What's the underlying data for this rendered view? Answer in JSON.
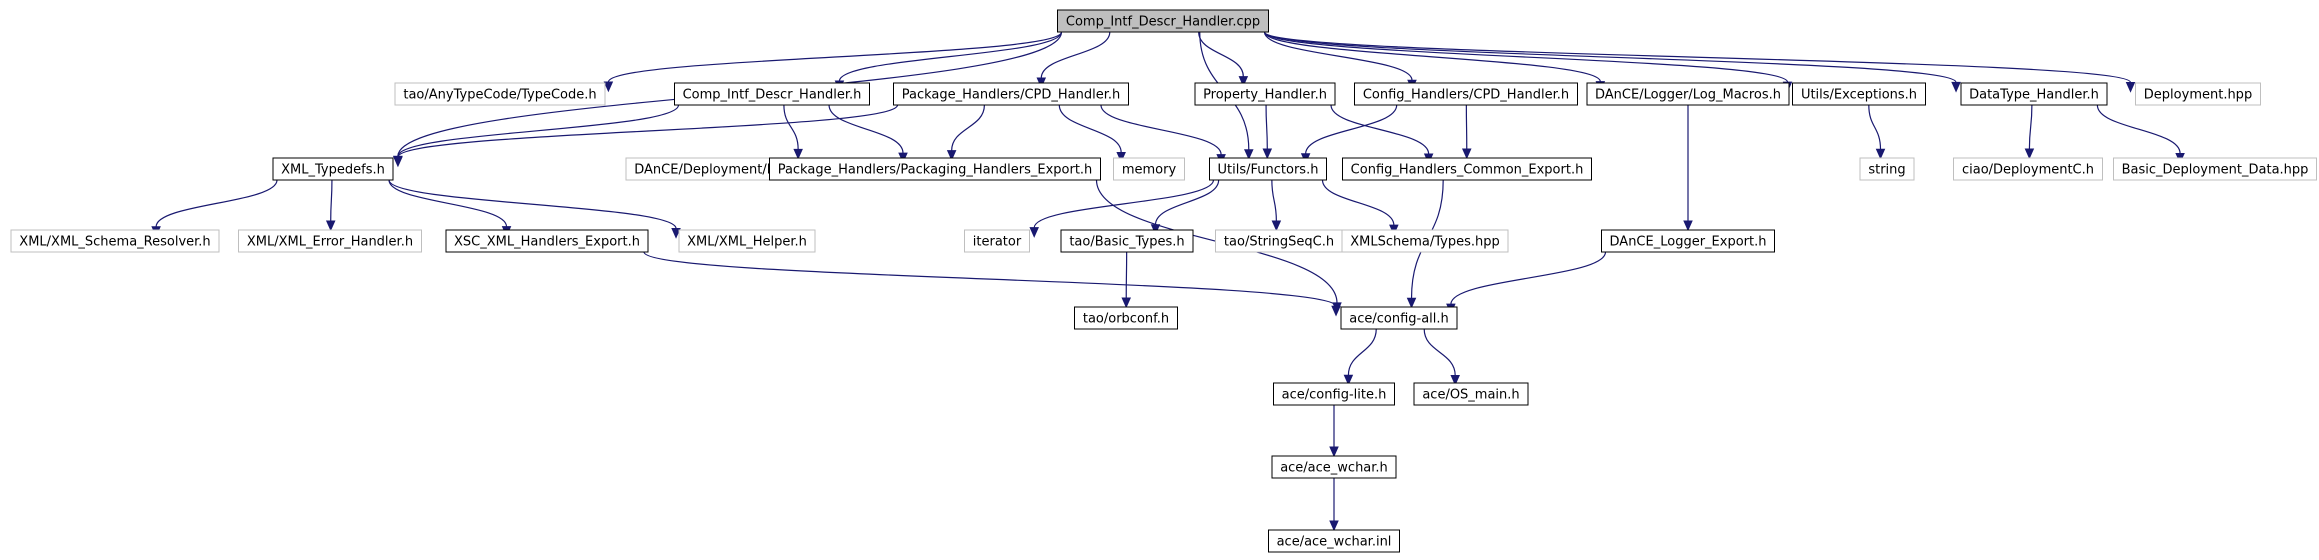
{
  "diagram": {
    "nodes": [
      {
        "id": "root",
        "label": "Comp_Intf_Descr_Handler.cpp",
        "kind": "root"
      },
      {
        "id": "typecode",
        "label": "tao/AnyTypeCode/TypeCode.h",
        "kind": "external"
      },
      {
        "id": "cidh",
        "label": "Comp_Intf_Descr_Handler.h",
        "kind": "file"
      },
      {
        "id": "pkg_cpd",
        "label": "Package_Handlers/CPD_Handler.h",
        "kind": "file"
      },
      {
        "id": "prop",
        "label": "Property_Handler.h",
        "kind": "file"
      },
      {
        "id": "cfg_cpd",
        "label": "Config_Handlers/CPD_Handler.h",
        "kind": "file"
      },
      {
        "id": "logmac",
        "label": "DAnCE/Logger/Log_Macros.h",
        "kind": "file"
      },
      {
        "id": "utilexc",
        "label": "Utils/Exceptions.h",
        "kind": "file"
      },
      {
        "id": "dth",
        "label": "DataType_Handler.h",
        "kind": "file"
      },
      {
        "id": "dephpp",
        "label": "Deployment.hpp",
        "kind": "external"
      },
      {
        "id": "xmltd",
        "label": "XML_Typedefs.h",
        "kind": "file"
      },
      {
        "id": "dpkg",
        "label": "DAnCE/Deployment/Deployment_Packaging_DataC.h",
        "kind": "external"
      },
      {
        "id": "phexp",
        "label": "Package_Handlers/Packaging_Handlers_Export.h",
        "kind": "file"
      },
      {
        "id": "memory",
        "label": "memory",
        "kind": "external"
      },
      {
        "id": "functors",
        "label": "Utils/Functors.h",
        "kind": "file"
      },
      {
        "id": "chexp",
        "label": "Config_Handlers_Common_Export.h",
        "kind": "file"
      },
      {
        "id": "string",
        "label": "string",
        "kind": "external"
      },
      {
        "id": "ciaodep",
        "label": "ciao/DeploymentC.h",
        "kind": "external"
      },
      {
        "id": "basicdep",
        "label": "Basic_Deployment_Data.hpp",
        "kind": "external"
      },
      {
        "id": "schres",
        "label": "XML/XML_Schema_Resolver.h",
        "kind": "external"
      },
      {
        "id": "errh",
        "label": "XML/XML_Error_Handler.h",
        "kind": "external"
      },
      {
        "id": "xscexp",
        "label": "XSC_XML_Handlers_Export.h",
        "kind": "file"
      },
      {
        "id": "xmlhelp",
        "label": "XML/XML_Helper.h",
        "kind": "external"
      },
      {
        "id": "iterator",
        "label": "iterator",
        "kind": "external"
      },
      {
        "id": "basictypes",
        "label": "tao/Basic_Types.h",
        "kind": "file"
      },
      {
        "id": "strseq",
        "label": "tao/StringSeqC.h",
        "kind": "external"
      },
      {
        "id": "xmlschtypes",
        "label": "XMLSchema/Types.hpp",
        "kind": "external"
      },
      {
        "id": "loggerexp",
        "label": "DAnCE_Logger_Export.h",
        "kind": "file"
      },
      {
        "id": "orbconf",
        "label": "tao/orbconf.h",
        "kind": "file"
      },
      {
        "id": "configall",
        "label": "ace/config-all.h",
        "kind": "file"
      },
      {
        "id": "configlite",
        "label": "ace/config-lite.h",
        "kind": "file"
      },
      {
        "id": "osmain",
        "label": "ace/OS_main.h",
        "kind": "file"
      },
      {
        "id": "wcharh",
        "label": "ace/ace_wchar.h",
        "kind": "file"
      },
      {
        "id": "wcharinl",
        "label": "ace/ace_wchar.inl",
        "kind": "file"
      }
    ],
    "edges": [
      [
        "root",
        "typecode"
      ],
      [
        "root",
        "cidh"
      ],
      [
        "root",
        "pkg_cpd"
      ],
      [
        "root",
        "prop"
      ],
      [
        "root",
        "cfg_cpd"
      ],
      [
        "root",
        "logmac"
      ],
      [
        "root",
        "utilexc"
      ],
      [
        "root",
        "dth"
      ],
      [
        "root",
        "dephpp"
      ],
      [
        "root",
        "xmltd"
      ],
      [
        "root",
        "functors"
      ],
      [
        "cidh",
        "xmltd"
      ],
      [
        "cidh",
        "dpkg"
      ],
      [
        "cidh",
        "phexp"
      ],
      [
        "pkg_cpd",
        "xmltd"
      ],
      [
        "pkg_cpd",
        "phexp"
      ],
      [
        "pkg_cpd",
        "memory"
      ],
      [
        "pkg_cpd",
        "functors"
      ],
      [
        "prop",
        "functors"
      ],
      [
        "prop",
        "chexp"
      ],
      [
        "cfg_cpd",
        "functors"
      ],
      [
        "cfg_cpd",
        "chexp"
      ],
      [
        "logmac",
        "loggerexp"
      ],
      [
        "utilexc",
        "string"
      ],
      [
        "dth",
        "ciaodep"
      ],
      [
        "dth",
        "basicdep"
      ],
      [
        "xmltd",
        "schres"
      ],
      [
        "xmltd",
        "errh"
      ],
      [
        "xmltd",
        "xscexp"
      ],
      [
        "xmltd",
        "xmlhelp"
      ],
      [
        "functors",
        "iterator"
      ],
      [
        "functors",
        "basictypes"
      ],
      [
        "functors",
        "strseq"
      ],
      [
        "functors",
        "xmlschtypes"
      ],
      [
        "phexp",
        "configall"
      ],
      [
        "xscexp",
        "configall"
      ],
      [
        "chexp",
        "configall"
      ],
      [
        "loggerexp",
        "configall"
      ],
      [
        "basictypes",
        "orbconf"
      ],
      [
        "configall",
        "configlite"
      ],
      [
        "configall",
        "osmain"
      ],
      [
        "configlite",
        "wcharh"
      ],
      [
        "wcharh",
        "wcharinl"
      ]
    ]
  }
}
